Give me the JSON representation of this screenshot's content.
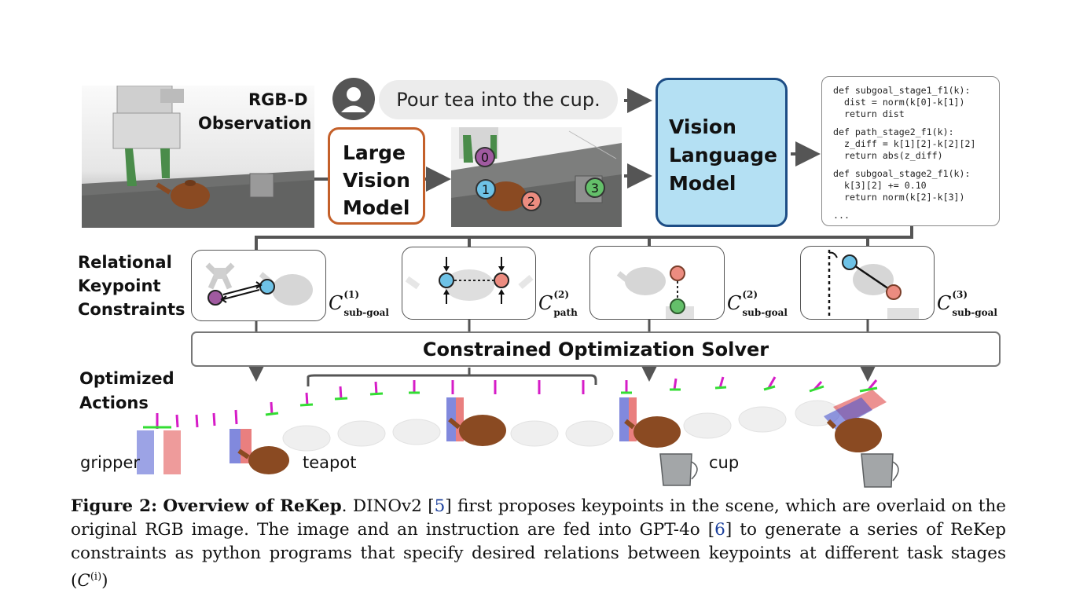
{
  "labels": {
    "rgbd_line1": "RGB-D",
    "rgbd_line2": "Observation",
    "instruction": "Pour tea into the cup.",
    "lvm_lines": [
      "Large",
      "Vision",
      "Model"
    ],
    "vlm_lines": [
      "Vision",
      "Language",
      "Model"
    ],
    "relational_lines": [
      "Relational",
      "Keypoint",
      "Constraints"
    ],
    "optimized_lines": [
      "Optimized",
      "Actions"
    ],
    "solver": "Constrained Optimization Solver",
    "gripper": "gripper",
    "teapot": "teapot",
    "cup": "cup"
  },
  "keypoints": [
    {
      "id": "0",
      "color": "#a05aa0"
    },
    {
      "id": "1",
      "color": "#6ec2e6"
    },
    {
      "id": "2",
      "color": "#ec8c80"
    },
    {
      "id": "3",
      "color": "#64c06a"
    }
  ],
  "code_lines": [
    "def subgoal_stage1_f1(k):",
    "  dist = norm(k[0]-k[1])",
    "  return dist",
    "",
    "def path_stage2_f1(k):",
    "  z_diff = k[1][2]-k[2][2]",
    "  return abs(z_diff)",
    "",
    "def subgoal_stage2_f1(k):",
    "  k[3][2] += 0.10",
    "  return norm(k[2]-k[3])",
    "",
    "..."
  ],
  "constraints": [
    {
      "symbol": "C",
      "sup": "(1)",
      "sub": "sub-goal"
    },
    {
      "symbol": "C",
      "sup": "(2)",
      "sub": "path"
    },
    {
      "symbol": "C",
      "sup": "(2)",
      "sub": "sub-goal"
    },
    {
      "symbol": "C",
      "sup": "(3)",
      "sub": "sub-goal"
    }
  ],
  "caption": {
    "figure_label": "Figure 2:",
    "figure_title": "Overview of ReKep",
    "p1": ".  DINOv2 [",
    "ref1": "5",
    "p2": "] first proposes keypoints in the scene, which are overlaid on the original RGB image. The image and an instruction are fed into GPT-4o [",
    "ref2": "6",
    "p3": "] to generate a series of ReKep constraints as python programs that specify desired relations between keypoints at different task stages (",
    "math": "C",
    "math_sup": "(i)",
    "p4": ")"
  },
  "colors": {
    "lvm_border": "#c4602a",
    "vlm_border": "#1d4d85",
    "vlm_fill": "#b4e0f3",
    "arrow": "#555555",
    "cite": "#1a3f9c"
  }
}
